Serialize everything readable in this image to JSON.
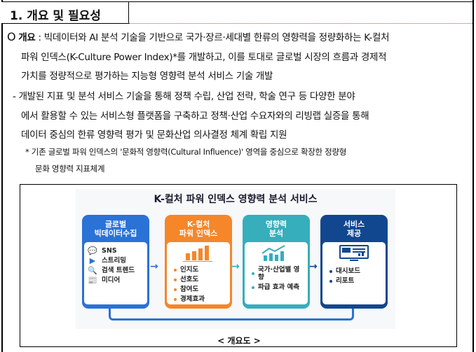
{
  "section_title": "1. 개요 및 필요성",
  "overview": {
    "bullet": "O",
    "label": "개요",
    "line1": " : 빅데이터와 AI 분석 기술을 기반으로 국가·장르·세대별 한류의 영향력을 정량화하는 K-컬처",
    "line2": "파워 인덱스(K-Culture Power Index)*를 개발하고, 이를 토대로 글로벌 시장의 흐름과 경제적",
    "line3": "가치를 정량적으로 평가하는 지능형 영향력 분석 서비스 기술 개발"
  },
  "sub": {
    "line1": "- 개발된 지표 및 분석 서비스 기술을 통해 정책 수립, 산업 전략, 학술 연구 등 다양한 분야",
    "line2": "에서 활용할 수 있는 서비스형 플랫폼을 구축하고 정책·산업 수요자와의 리빙랩 실증을 통해",
    "line3": "데이터 중심의 한류 영향력 평가 및 문화산업 의사결정 체계 확립 지원"
  },
  "footnote": {
    "line1": "* 기존 글로벌 파워 인덱스의 '문화적 영향력(Cultural Influence)' 영역을 중심으로 확장한 정량형",
    "line2": "문화 영향력 지표체계"
  },
  "diagram": {
    "title": "K-컬처 파워 인덱스 영향력 분석 서비스",
    "cards": [
      {
        "h1": "글로벌",
        "h2": "빅데이터수집",
        "color": "#2a72d6",
        "items": [
          "SNS",
          "스트리밍",
          "검색 트렌드",
          "미디어"
        ]
      },
      {
        "h1": "K-컬처",
        "h2": "파워 인덱스",
        "color": "#f5862a",
        "items": [
          "인지도",
          "선호도",
          "참여도",
          "경제효과"
        ]
      },
      {
        "h1": "영향력",
        "h2": "분석",
        "color": "#36aebb",
        "items": [
          "국가·산업별 영향",
          "파급 효과 예측"
        ]
      },
      {
        "h1": "서비스",
        "h2": "제공",
        "color": "#11478f",
        "items": [
          "대시보드",
          "리포트"
        ]
      }
    ],
    "caption": "< 개요도 >"
  }
}
